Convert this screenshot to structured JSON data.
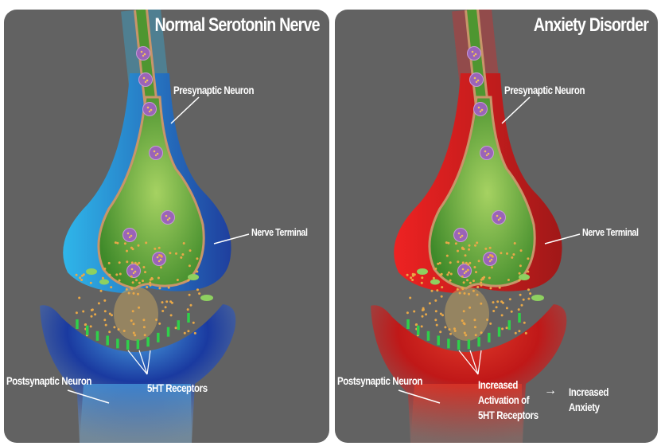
{
  "panels": [
    {
      "title": "Normal Serotonin Nerve",
      "labels": {
        "presynaptic": "Presynaptic Neuron",
        "terminal": "Nerve Terminal",
        "postsynaptic": "Postsynaptic Neuron",
        "receptors": "5HT Receptors"
      },
      "colors": {
        "terminal_light": "#2fb6ea",
        "terminal_dark": "#1f3f9e",
        "post_center": "#4aa0e0",
        "post_edge": "#1a3aa0",
        "post_fade": "#7a98b0"
      }
    },
    {
      "title": "Anxiety Disorder",
      "labels": {
        "presynaptic": "Presynaptic Neuron",
        "terminal": "Nerve Terminal",
        "postsynaptic": "Postsynaptic Neuron",
        "receptors_line1": "Increased",
        "receptors_line2": "Activation of",
        "receptors_line3": "5HT Receptors",
        "arrow": "→",
        "outcome_line1": "Increased",
        "outcome_line2": "Anxiety"
      },
      "colors": {
        "terminal_light": "#ee2222",
        "terminal_dark": "#a01818",
        "post_center": "#e03a2a",
        "post_edge": "#c01818",
        "post_fade": "#8a6a66"
      }
    }
  ]
}
